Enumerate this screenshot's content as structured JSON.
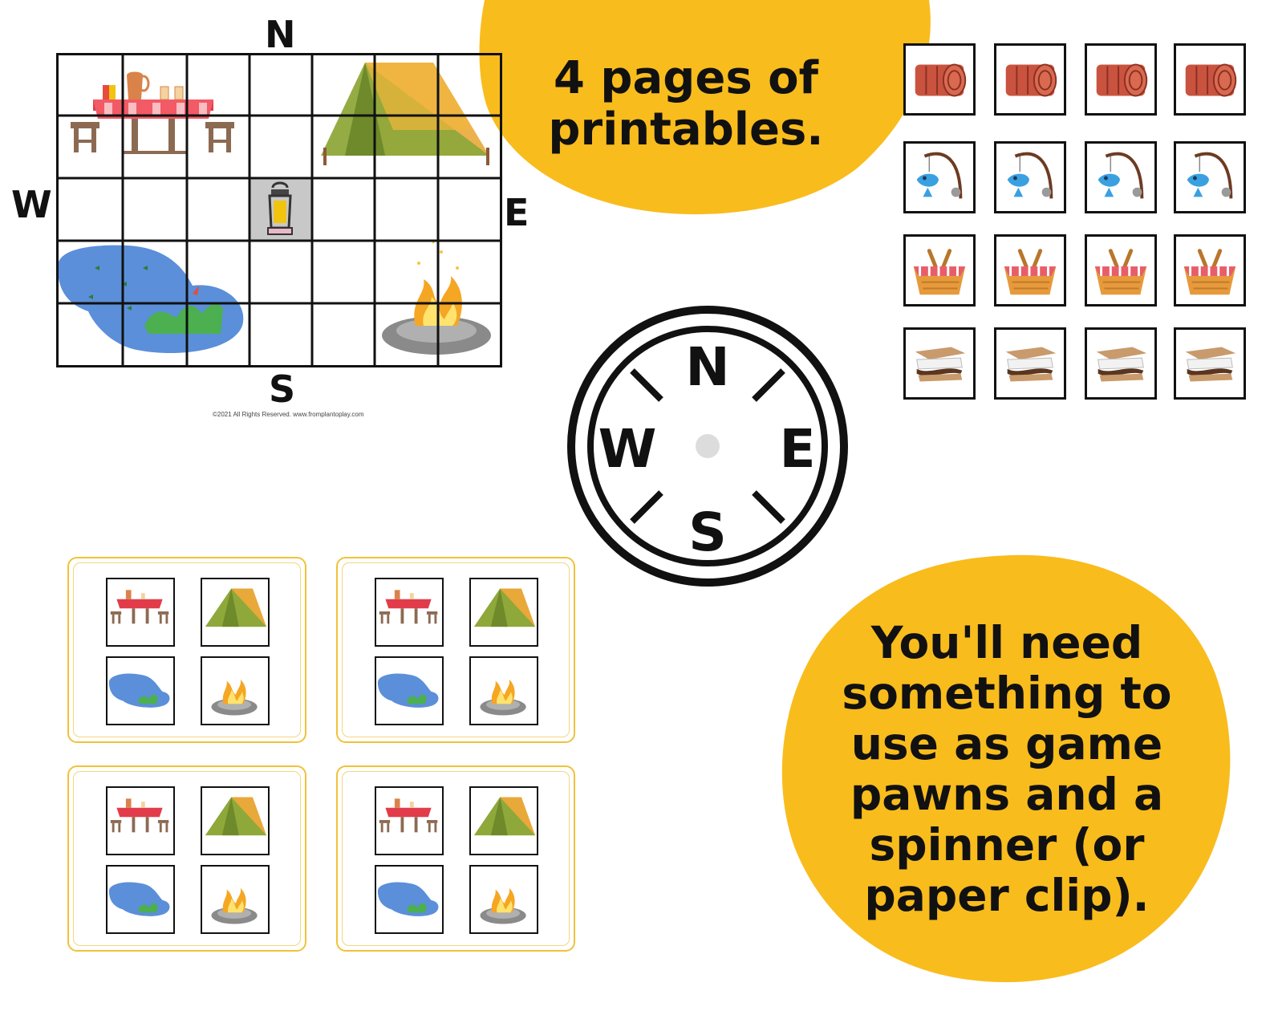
{
  "board": {
    "north_label": "N",
    "south_label": "S",
    "east_label": "E",
    "west_label": "W",
    "copyright": "©2021 All Rights Reserved. www.fromplantoplay.com",
    "pictures": [
      "picnic-table",
      "tent",
      "lantern",
      "pond",
      "campfire"
    ]
  },
  "compass": {
    "north": "N",
    "south": "S",
    "east": "E",
    "west": "W"
  },
  "callouts": {
    "printables": "4 pages of printables.",
    "supplies": "You'll need something to use as game pawns and a spinner (or paper clip)."
  },
  "item_cards": {
    "rows": [
      "sleeping-bag",
      "fishing-rod",
      "picnic-basket",
      "smore"
    ],
    "per_row": 4
  },
  "mini_boards": {
    "count": 4,
    "tiles": [
      "picnic-table",
      "tent",
      "pond",
      "campfire"
    ]
  },
  "colors": {
    "accent_yellow": "#f9bc1d",
    "grid_line": "#111111",
    "card_border": "#f0c23a"
  }
}
